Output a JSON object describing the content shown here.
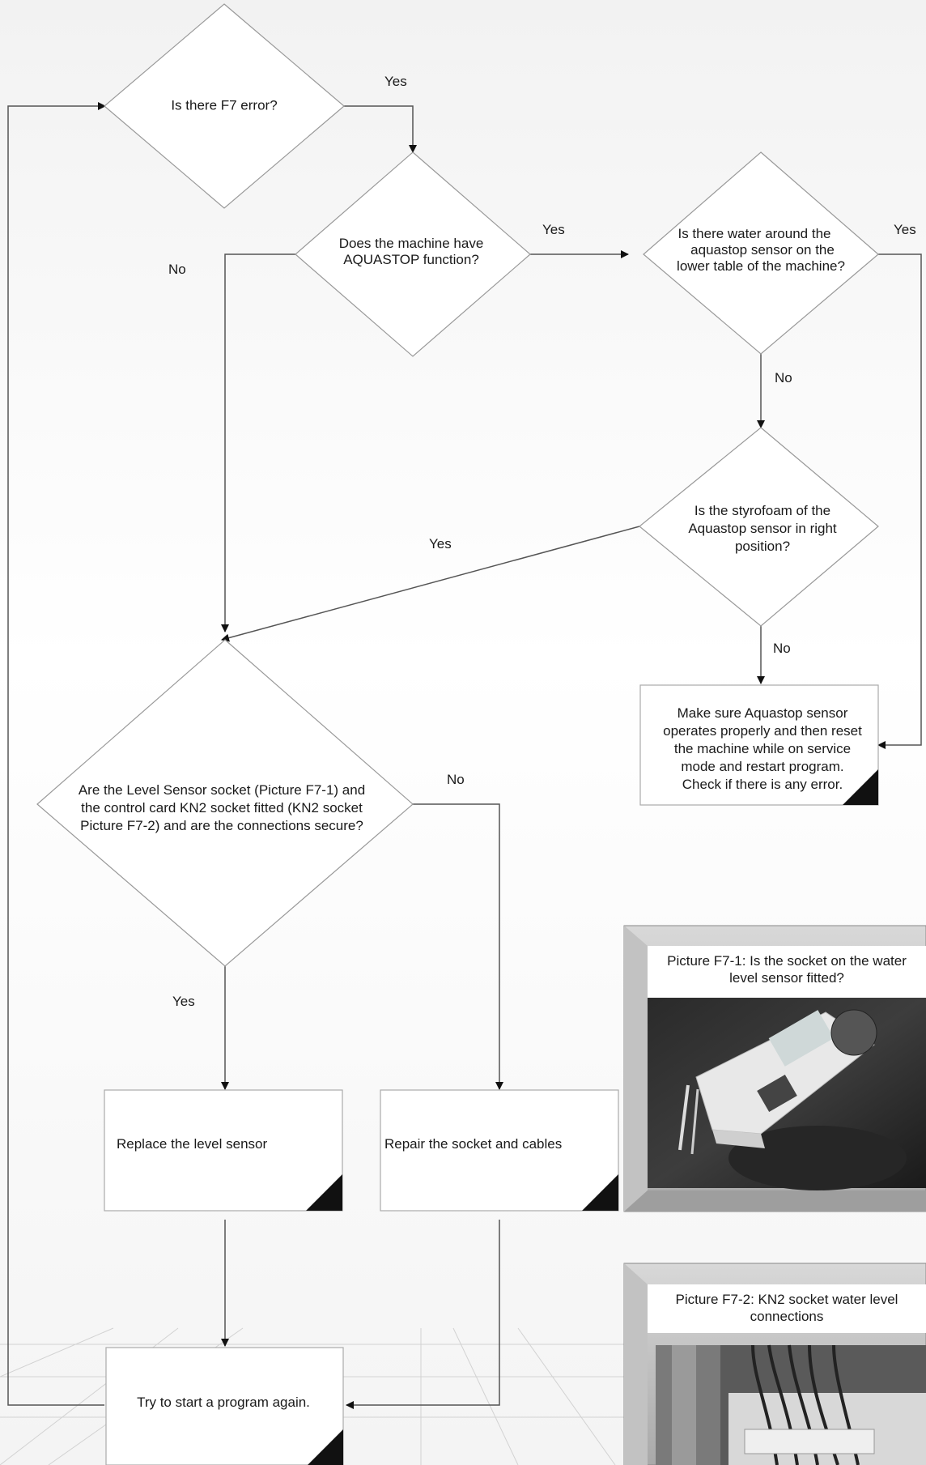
{
  "decisions": {
    "f7_error": "Is there F7 error?",
    "aquastop_function": [
      "Does the machine have",
      "AQUASTOP function?"
    ],
    "water_around_sensor": [
      "Is there water around the",
      "aquastop sensor on the",
      "lower table of the machine?"
    ],
    "styrofoam_position": [
      "Is the styrofoam of the",
      "Aquastop sensor in right",
      "position?"
    ],
    "level_sensor_socket": [
      "Are the Level Sensor socket (Picture F7-1) and",
      "the control card KN2 socket fitted (KN2 socket",
      "Picture F7-2) and are the connections secure?"
    ]
  },
  "actions": {
    "aquastop_check": [
      "Make sure Aquastop sensor",
      "operates properly and then reset",
      "the machine while on service",
      "mode and restart program.",
      "Check if there is any error."
    ],
    "replace_sensor": "Replace the level sensor",
    "repair_socket": "Repair the socket and cables",
    "try_again": "Try to start a program again."
  },
  "labels": {
    "yes": "Yes",
    "no": "No"
  },
  "pictures": {
    "f7_1": [
      "Picture F7-1: Is the socket on the water",
      "level sensor fitted?"
    ],
    "f7_2": [
      "Picture F7-2: KN2 socket water level",
      "connections"
    ]
  }
}
